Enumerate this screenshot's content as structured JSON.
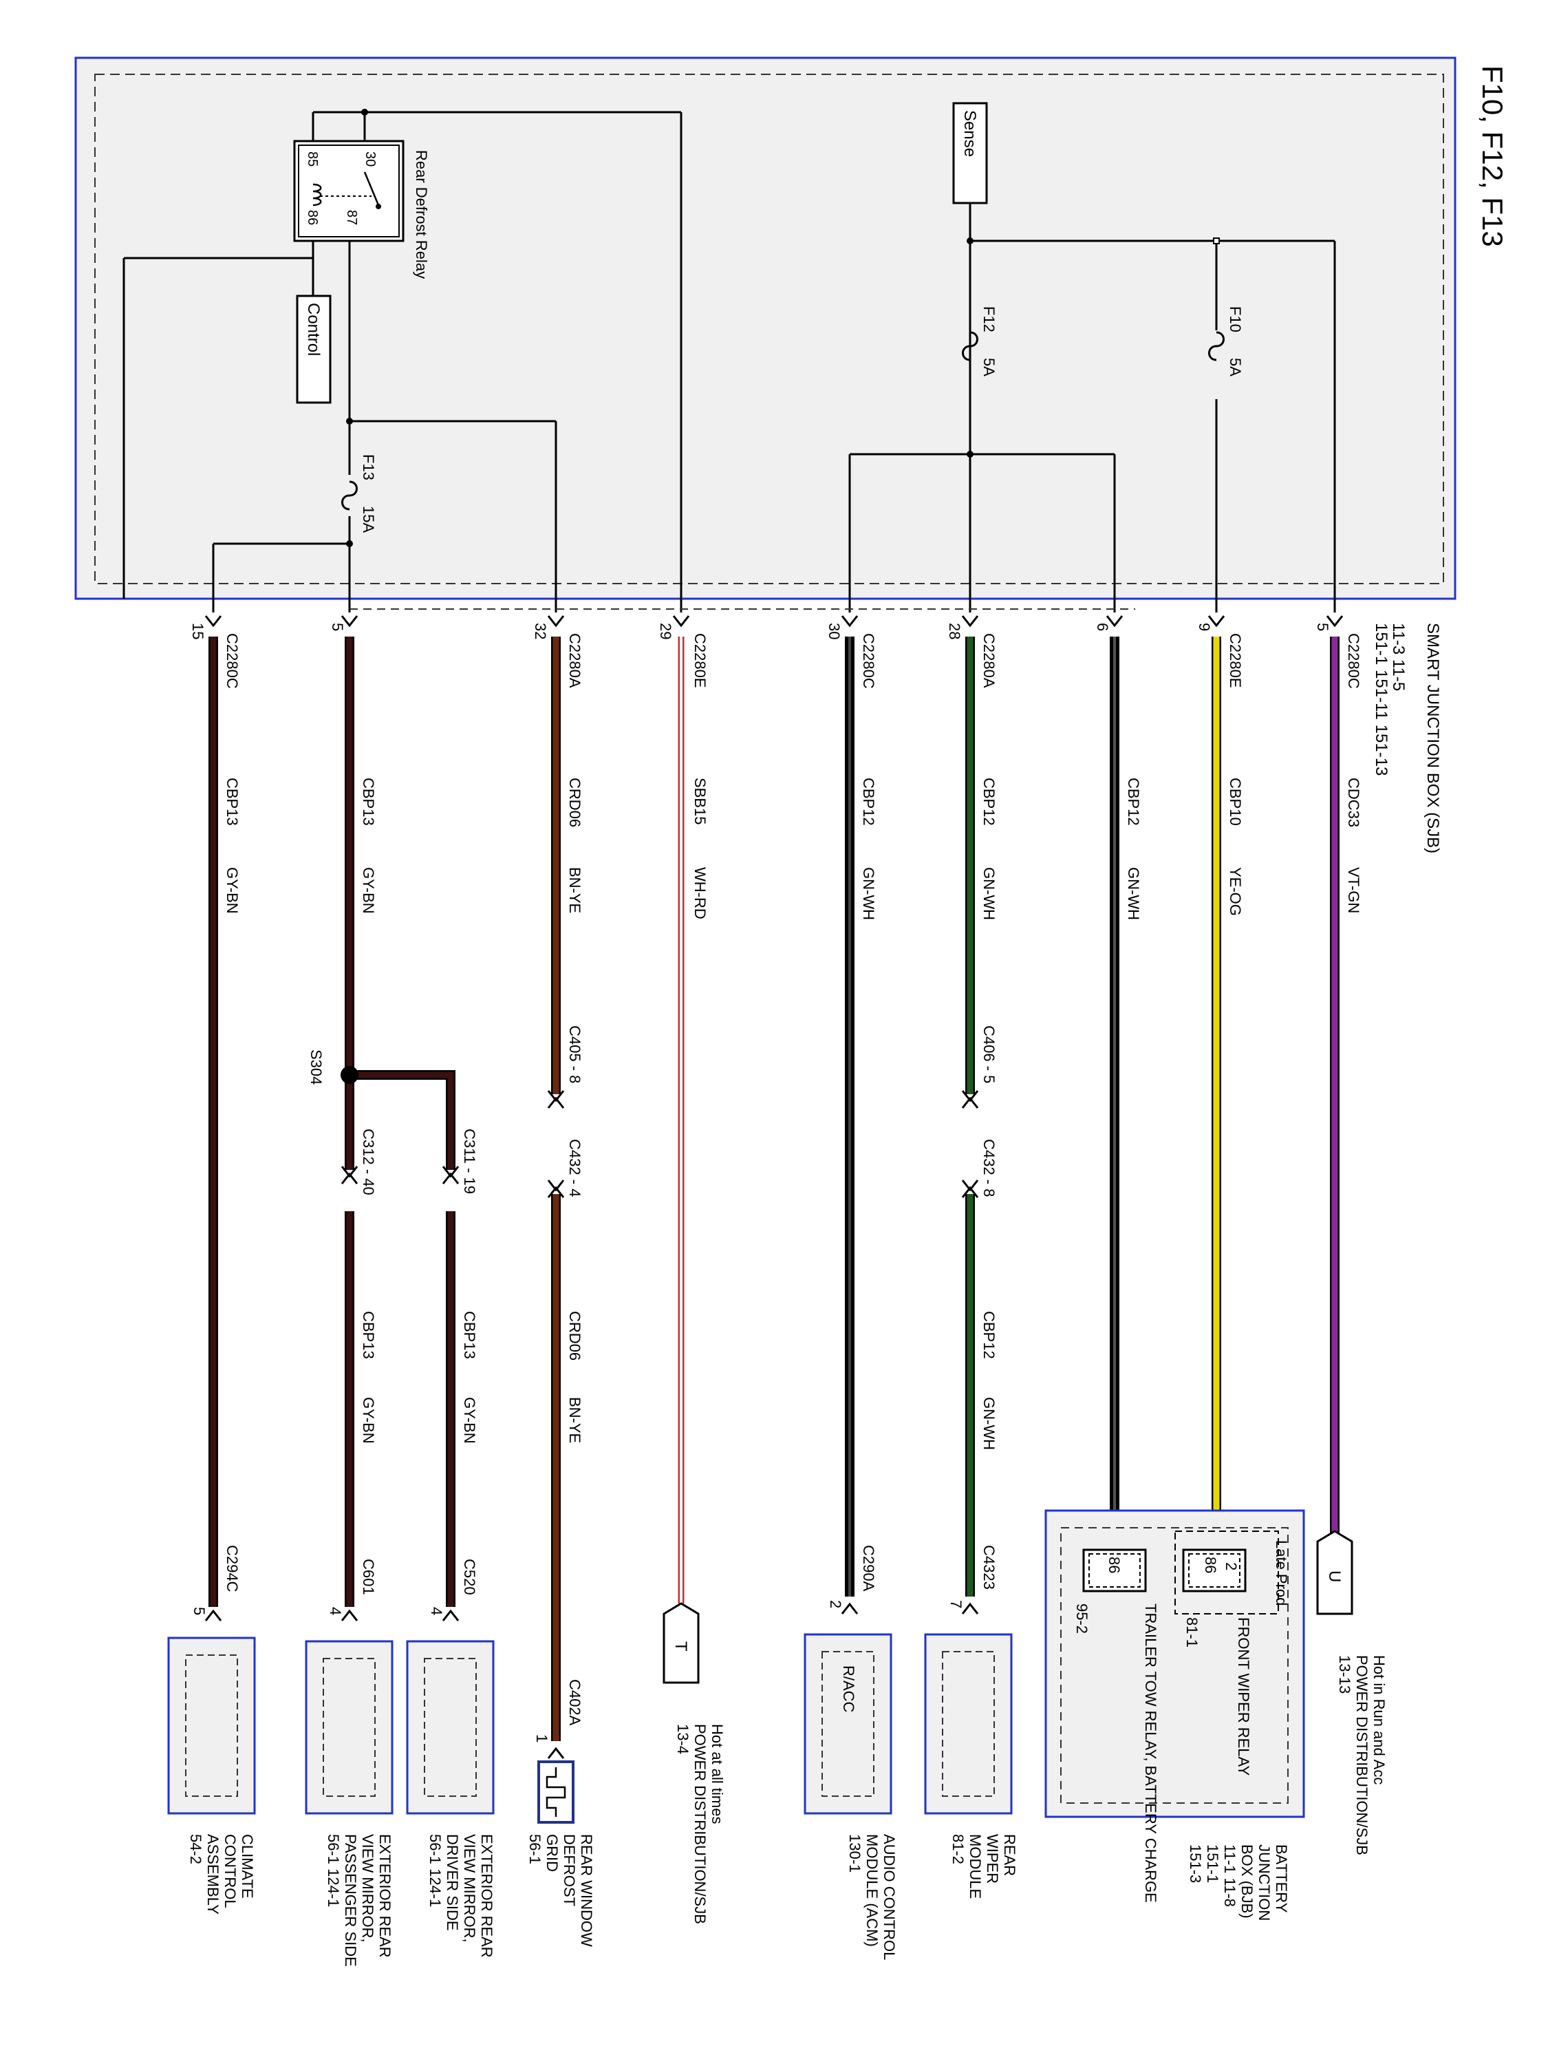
{
  "page_title": "F10, F12, F13",
  "colors": {
    "box_border": "#2233cc",
    "box_fill": "#f0f0f0",
    "wire_vt_gn": "#8a2a9a",
    "wire_ye_og": "#e8d800",
    "wire_dark": "#1a1a1a",
    "wire_gn_wh": "#1d5a1d",
    "wire_wh_rd": "#ffffff",
    "wire_bn_ye": "#6b2a10",
    "wire_gy_bn": "#3a1010"
  },
  "sjb": {
    "title": "SMART JUNCTION BOX (SJB)",
    "refs_row1": "11-3    11-5",
    "refs_row2": "151-1   151-11   151-13",
    "sense_label": "Sense",
    "control_label": "Control",
    "relay": {
      "name": "Rear Defrost Relay",
      "pins": [
        "30",
        "85",
        "86",
        "87"
      ]
    },
    "fuses": [
      {
        "id": "F12",
        "rating": "5A"
      },
      {
        "id": "F10",
        "rating": "5A"
      },
      {
        "id": "F13",
        "rating": "15A"
      }
    ]
  },
  "circuits": [
    {
      "connector": "C2280C",
      "pin": "5",
      "circuit": "CDC33",
      "color": "VT-GN"
    },
    {
      "connector": "C2280E",
      "pin": "9",
      "circuit": "CBP10",
      "color": "YE-OG"
    },
    {
      "connector": "",
      "pin": "6",
      "circuit": "CBP12",
      "color": "GN-WH"
    },
    {
      "connector": "C2280A",
      "pin": "28",
      "circuit": "CBP12",
      "color": "GN-WH"
    },
    {
      "connector": "C2280C",
      "pin": "30",
      "circuit": "CBP12",
      "color": "GN-WH"
    },
    {
      "connector": "C2280E",
      "pin": "29",
      "circuit": "SBB15",
      "color": "WH-RD"
    },
    {
      "connector": "C2280A",
      "pin": "32",
      "circuit": "CRD06",
      "color": "BN-YE"
    },
    {
      "connector": "",
      "pin": "5",
      "circuit": "CBP13",
      "color": "GY-BN"
    },
    {
      "connector": "C2280C",
      "pin": "15",
      "circuit": "CBP13",
      "color": "GY-BN"
    }
  ],
  "inline": {
    "c406": "C406 - 5",
    "c432a": "C432 - 8",
    "c405": "C405 - 8",
    "c432b": "C432 - 4",
    "c311": "C311 - 19",
    "c312": "C312 - 40",
    "splice": "S304",
    "lower": [
      {
        "circuit": "CBP12",
        "color": "GN-WH"
      },
      {
        "circuit": "CRD06",
        "color": "BN-YE"
      },
      {
        "circuit": "CBP13",
        "color": "GY-BN"
      },
      {
        "circuit": "CBP13",
        "color": "GY-BN"
      }
    ]
  },
  "offpage": [
    {
      "letter": "U",
      "text": "Hot in Run and Acc",
      "line2": "POWER DISTRIBUTION/SJB",
      "ref": "13-13"
    },
    {
      "letter": "T",
      "text": "Hot at all times",
      "line2": "POWER DISTRIBUTION/SJB",
      "ref": "13-4"
    }
  ],
  "bjb": {
    "late_prod": "Late Prod",
    "pin_2": "2",
    "pin_86a": "86",
    "pin_86b": "86",
    "front_wiper": "FRONT WIPER RELAY",
    "front_wiper_ref": "81-1",
    "trailer_tow": "TRAILER TOW RELAY, BATTERY CHARGE",
    "trailer_ref": "95-2",
    "title_lines": [
      "BATTERY",
      "JUNCTION",
      "BOX (BJB)"
    ],
    "refs": [
      "11-1       11-8",
      "151-1",
      "151-3"
    ]
  },
  "components": [
    {
      "connector": "C4323",
      "pin": "7",
      "lines": [
        "REAR",
        "WIPER",
        "MODULE"
      ],
      "ref": "81-2",
      "inner": ""
    },
    {
      "connector": "C290A",
      "pin": "2",
      "lines": [
        "AUDIO CONTROL",
        "MODULE (ACM)"
      ],
      "ref": "130-1",
      "inner": "R/ACC"
    },
    {
      "connector": "C402A",
      "pin": "1",
      "lines": [
        "REAR WINDOW",
        "DEFROST",
        "GRID"
      ],
      "ref": "56-1",
      "inner": ""
    },
    {
      "connector": "C520",
      "pin": "4",
      "lines": [
        "EXTERIOR REAR",
        "VIEW MIRROR,",
        "DRIVER SIDE"
      ],
      "ref": "56-1      124-1",
      "inner": ""
    },
    {
      "connector": "C601",
      "pin": "4",
      "lines": [
        "EXTERIOR REAR",
        "VIEW MIRROR,",
        "PASSENGER SIDE"
      ],
      "ref": "56-1      124-1",
      "inner": ""
    },
    {
      "connector": "C294C",
      "pin": "5",
      "lines": [
        "CLIMATE",
        "CONTROL",
        "ASSEMBLY"
      ],
      "ref": "54-2",
      "inner": ""
    }
  ]
}
